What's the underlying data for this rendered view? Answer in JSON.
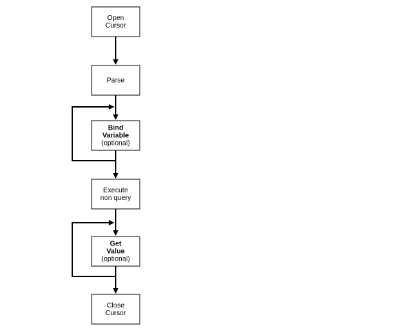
{
  "nodes": [
    {
      "id": "open-cursor",
      "lines": [
        "Open",
        "Cursor"
      ],
      "bold_lines": []
    },
    {
      "id": "parse",
      "lines": [
        "Parse"
      ],
      "bold_lines": []
    },
    {
      "id": "bind-variable",
      "lines": [
        "Bind",
        "Variable",
        "(optional)"
      ],
      "bold_lines": [
        0,
        1
      ]
    },
    {
      "id": "execute-non-query",
      "lines": [
        "Execute",
        "non query"
      ],
      "bold_lines": []
    },
    {
      "id": "get-value",
      "lines": [
        "Get",
        "Value",
        "(optional)"
      ],
      "bold_lines": [
        0,
        1
      ]
    },
    {
      "id": "close-cursor",
      "lines": [
        "Close",
        "Cursor"
      ],
      "bold_lines": []
    }
  ],
  "edges": [
    {
      "from": "open-cursor",
      "to": "parse"
    },
    {
      "from": "parse",
      "to": "bind-variable"
    },
    {
      "from": "bind-variable",
      "to": "bind-variable",
      "type": "loop"
    },
    {
      "from": "bind-variable",
      "to": "execute-non-query"
    },
    {
      "from": "execute-non-query",
      "to": "get-value"
    },
    {
      "from": "get-value",
      "to": "get-value",
      "type": "loop"
    },
    {
      "from": "get-value",
      "to": "close-cursor"
    }
  ]
}
